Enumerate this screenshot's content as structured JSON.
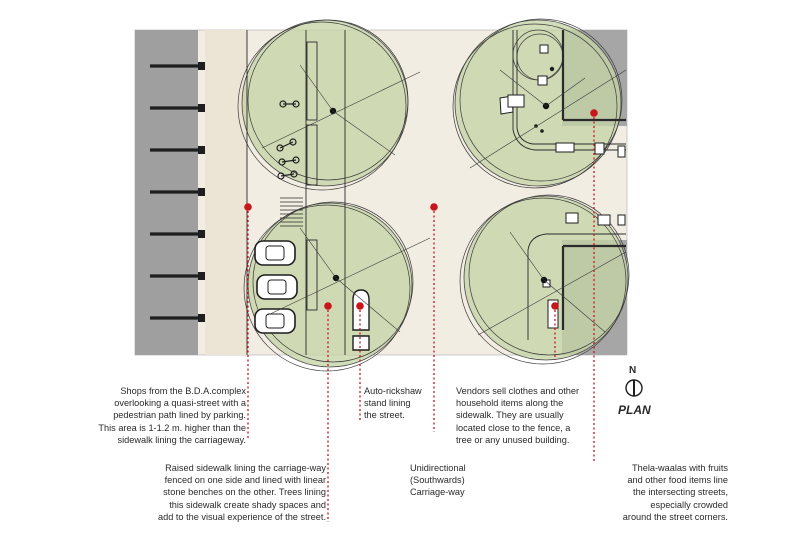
{
  "annotations": {
    "shops": "Shops from the B.D.A.complex\noverlooking a quasi-street with a\npedestrian path lined by parking.\nThis area is 1-1.2 m. higher than the\nsidewalk lining the carriageway.",
    "sidewalk": "Raised sidewalk lining the carriage-way\nfenced on one side and lined with linear\nstone benches on the other. Trees lining\nthis sidewalk create shady spaces and\nadd to the visual experience of the street.",
    "auto_rickshaw": "Auto-rickshaw\nstand lining\nthe street.",
    "carriageway": "Unidirectional\n(Southwards)\nCarriage-way",
    "vendors": "Vendors sell clothes and other\nhousehold items along the\nsidewalk. They are usually\nlocated close to the fence, a\ntree or any unused building.",
    "thela_waalas": "Thela-waalas with fruits\nand other food items line\nthe intersecting streets,\nespecially crowded\naround the street corners."
  },
  "compass": {
    "north": "N",
    "label": "PLAN"
  },
  "colors": {
    "marker": "#c8161d",
    "tree_fill": "#c5d4a6",
    "pavement": "#f0ebe0",
    "building": "#9f9f9f",
    "ink": "#2a2a2a"
  }
}
